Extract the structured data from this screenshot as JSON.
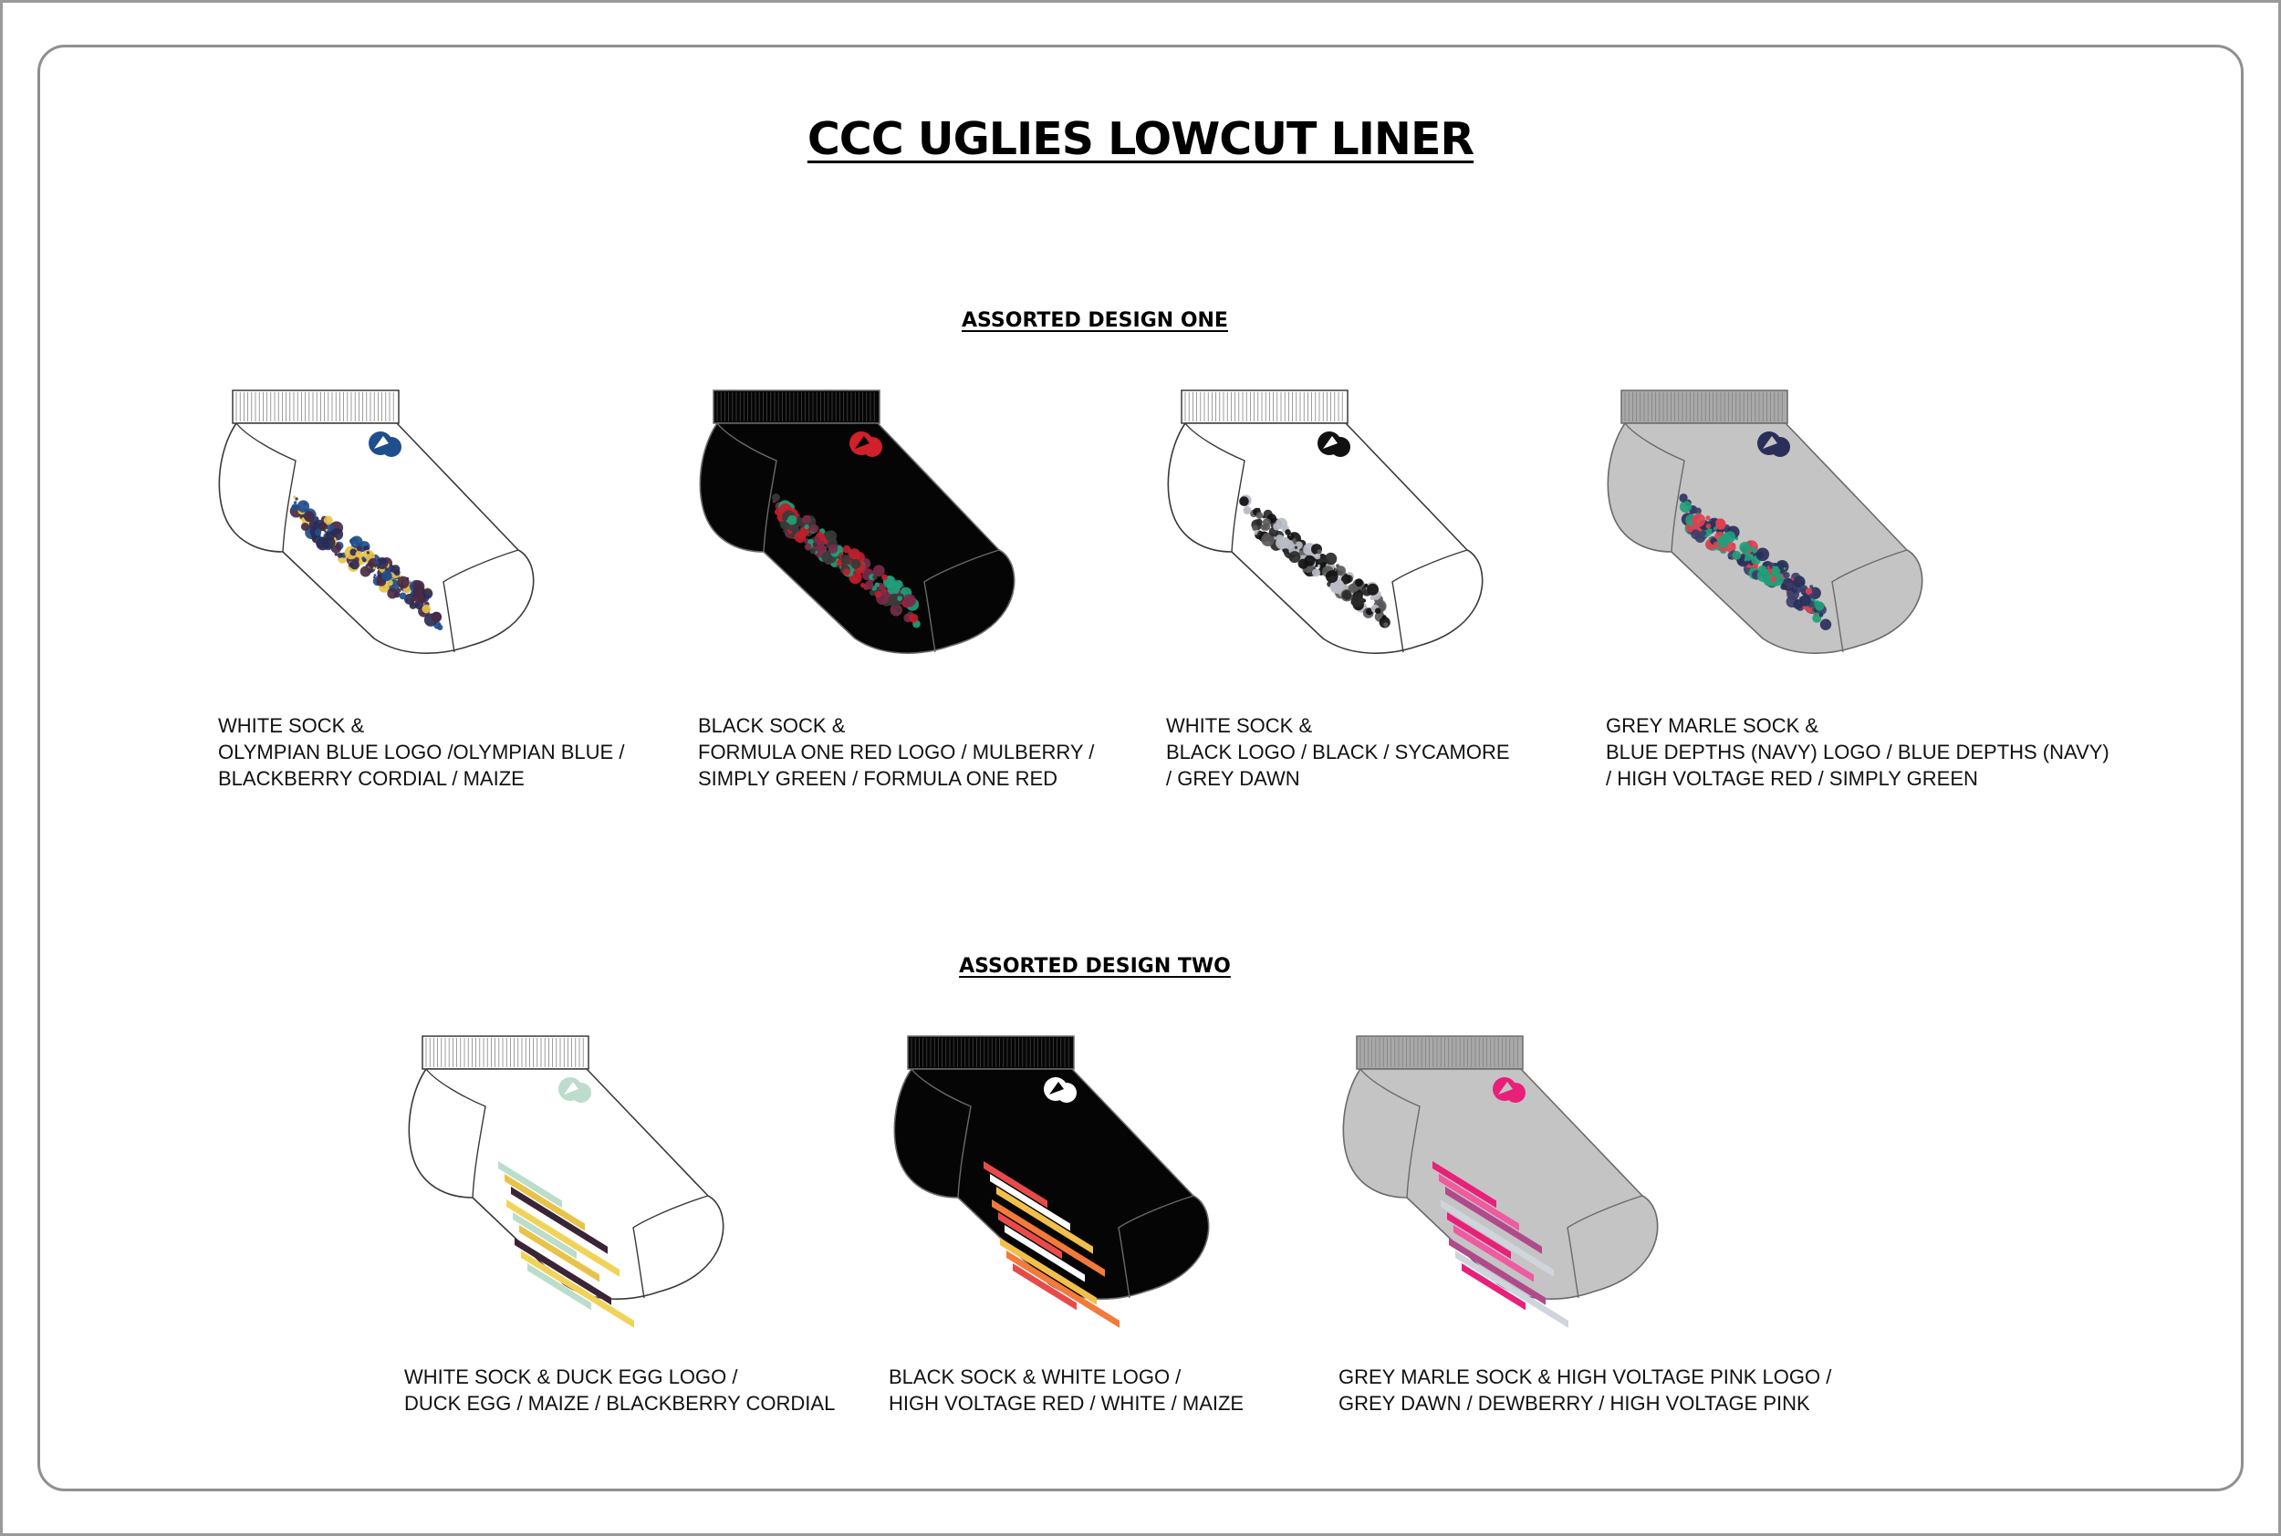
{
  "title": "CCC UGLIES LOWCUT LINER",
  "sections": [
    {
      "title": "ASSORTED DESIGN ONE",
      "items": [
        {
          "pattern": "dots",
          "colors": {
            "body": "#ffffff",
            "cuff": "#ffffff",
            "stroke": "#3a3a3a",
            "logo": "#1f4e8c",
            "pattern": [
              "#1f4e8c",
              "#2b2b55",
              "#e8c34a",
              "#4a2a45"
            ]
          },
          "caption": [
            "WHITE SOCK &",
            "OLYMPIAN BLUE LOGO /OLYMPIAN BLUE /",
            "BLACKBERRY CORDIAL / MAIZE"
          ]
        },
        {
          "pattern": "dots",
          "colors": {
            "body": "#050505",
            "cuff": "#050505",
            "stroke": "#6a6a6a",
            "logo": "#d0202a",
            "pattern": [
              "#1fa07a",
              "#7a2a4a",
              "#c0202a",
              "#3a3a3a"
            ]
          },
          "caption": [
            "BLACK SOCK &",
            "FORMULA ONE RED LOGO / MULBERRY /",
            "SIMPLY GREEN / FORMULA ONE RED"
          ]
        },
        {
          "pattern": "dots",
          "colors": {
            "body": "#ffffff",
            "cuff": "#ffffff",
            "stroke": "#3a3a3a",
            "logo": "#111111",
            "pattern": [
              "#111111",
              "#5a5a5a",
              "#b8bcc4",
              "#2a2a2a"
            ]
          },
          "caption": [
            "WHITE SOCK &",
            "BLACK LOGO / BLACK / SYCAMORE",
            "/ GREY DAWN"
          ]
        },
        {
          "pattern": "dots",
          "colors": {
            "body": "#c4c4c4",
            "cuff": "#a9a9a9",
            "stroke": "#6a6a6a",
            "logo": "#2a2f5a",
            "pattern": [
              "#2a2f5a",
              "#1fa07a",
              "#e04050",
              "#3b3f6a"
            ]
          },
          "caption": [
            "GREY MARLE SOCK &",
            "BLUE DEPTHS (NAVY) LOGO / BLUE DEPTHS (NAVY)",
            "/ HIGH VOLTAGE RED / SIMPLY GREEN"
          ]
        }
      ]
    },
    {
      "title": "ASSORTED DESIGN TWO",
      "items": [
        {
          "pattern": "stripes",
          "colors": {
            "body": "#ffffff",
            "cuff": "#ffffff",
            "stroke": "#3a3a3a",
            "logo": "#bcdccc",
            "pattern": [
              "#bcdccc",
              "#e8c34a",
              "#3a2438",
              "#f2d35a"
            ]
          },
          "caption": [
            "WHITE SOCK & DUCK EGG LOGO /",
            "DUCK EGG / MAIZE / BLACKBERRY CORDIAL"
          ]
        },
        {
          "pattern": "stripes",
          "colors": {
            "body": "#050505",
            "cuff": "#050505",
            "stroke": "#6a6a6a",
            "logo": "#ffffff",
            "pattern": [
              "#e84a4a",
              "#ffffff",
              "#f2c04a",
              "#f27a3a"
            ]
          },
          "caption": [
            "BLACK SOCK & WHITE LOGO /",
            "HIGH VOLTAGE RED / WHITE / MAIZE"
          ]
        },
        {
          "pattern": "stripes",
          "colors": {
            "body": "#c4c4c4",
            "cuff": "#a9a9a9",
            "stroke": "#6a6a6a",
            "logo": "#e8207a",
            "pattern": [
              "#e8207a",
              "#f05aa0",
              "#b04a8a",
              "#d0d4dc"
            ]
          },
          "caption": [
            "GREY MARLE SOCK & HIGH VOLTAGE PINK LOGO /",
            "GREY DAWN / DEWBERRY / HIGH VOLTAGE PINK"
          ]
        }
      ]
    }
  ]
}
